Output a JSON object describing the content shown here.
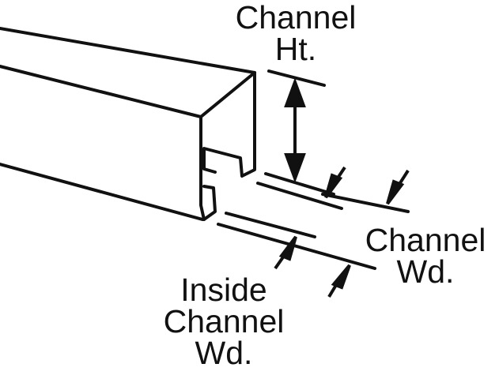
{
  "diagram": {
    "labels": {
      "channel_height": [
        "Channel",
        "Ht."
      ],
      "channel_width": [
        "Channel",
        "Wd."
      ],
      "inside_channel_width": [
        "Inside",
        "Channel",
        "Wd."
      ]
    },
    "colors": {
      "ink": "#111111",
      "background": "#ffffff"
    }
  }
}
